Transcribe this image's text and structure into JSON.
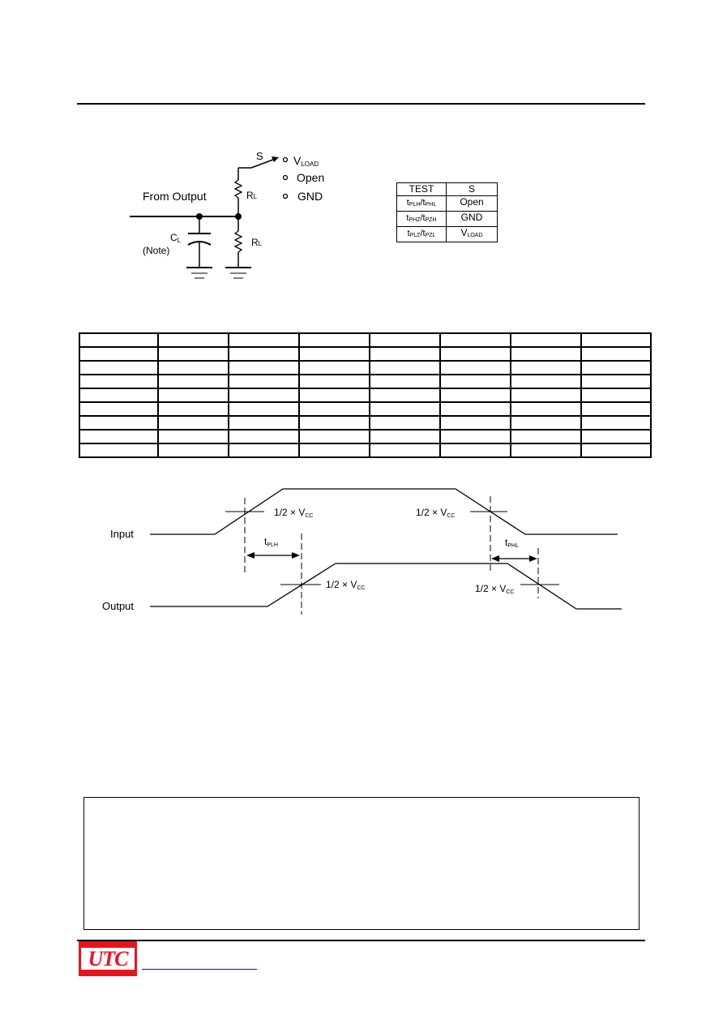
{
  "circuit": {
    "from_output": "From Output",
    "switch_label": "S",
    "v_load": "V",
    "v_load_sub": "LOAD",
    "open": "Open",
    "gnd": "GND",
    "r_main": "R",
    "r_sub": "L",
    "cap_main": "C",
    "cap_sub": "L",
    "note": "(Note)"
  },
  "switch_table": {
    "header": [
      "TEST",
      "S"
    ],
    "rows": [
      {
        "t1": "t",
        "s1": "PLH",
        "t2": "/t",
        "s2": "PHL",
        "value": "Open",
        "value_sub": ""
      },
      {
        "t1": "t",
        "s1": "PHZ",
        "t2": "/t",
        "s2": "PZH",
        "value": "GND",
        "value_sub": ""
      },
      {
        "t1": "t",
        "s1": "PLZ",
        "t2": "/t",
        "s2": "PZL",
        "value": "V",
        "value_sub": "LOAD"
      }
    ]
  },
  "grid_table": {
    "rows": 9,
    "columns": 8
  },
  "waveform": {
    "input_label": "Input",
    "output_label": "Output",
    "half_vcc_prefix": "1/2 × V",
    "vcc_sub": "CC",
    "tplh_main": "t",
    "tplh_sub": "PLH",
    "tphl_main": "t",
    "tphl_sub": "PHL"
  },
  "footer": {
    "logo_text": "UTC"
  }
}
